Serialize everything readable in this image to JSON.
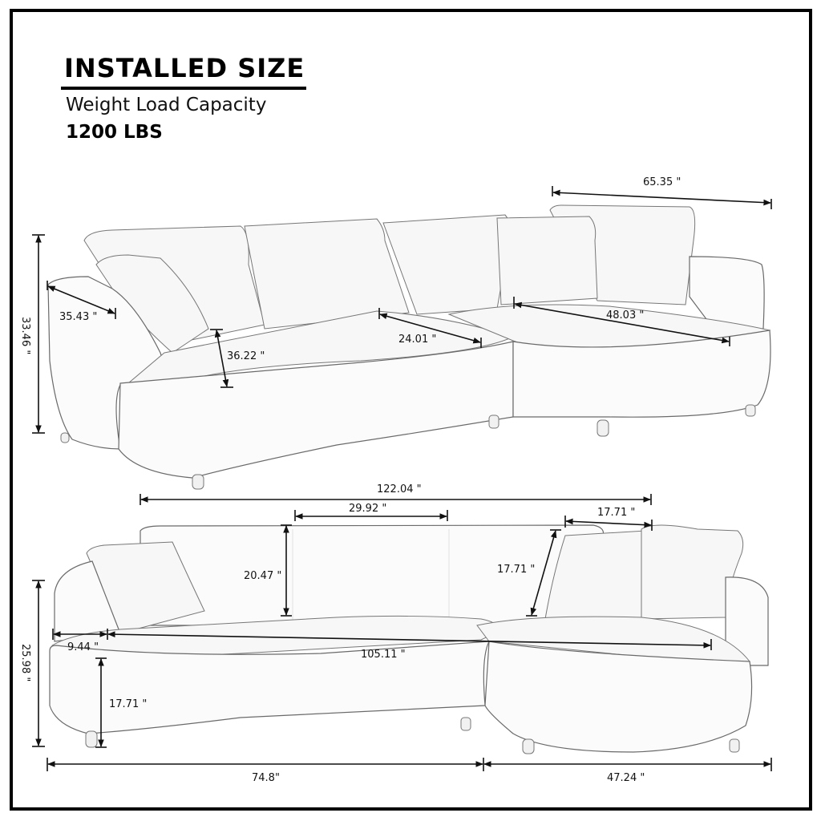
{
  "header": {
    "title": "INSTALLED SIZE",
    "subtitle": "Weight Load Capacity",
    "capacity": "1200 LBS"
  },
  "colors": {
    "frame": "#000000",
    "background": "#ffffff",
    "line": "#111111",
    "sofa_outline": "#6a6a6a"
  },
  "top_view": {
    "dimensions": {
      "chaise_back_width": "65.35 \"",
      "overall_height": "33.46 \"",
      "arm_depth": "35.43 \"",
      "seat_depth": "36.22 \"",
      "seat_cushion_depth": "24.01 \"",
      "chaise_seat_width": "48.03 \""
    }
  },
  "front_view": {
    "dimensions": {
      "overall_length": "122.04 \"",
      "back_cushion_width": "29.92 \"",
      "pillow_width": "17.71 \"",
      "back_height": "20.47 \"",
      "pillow_height": "17.71 \"",
      "overall_height": "25.98 \"",
      "arm_width": "9.44 \"",
      "seat_length": "105.11 \"",
      "seat_height": "17.71 \"",
      "sofa_length": "74.8\"",
      "chaise_length": "47.24 \""
    }
  }
}
